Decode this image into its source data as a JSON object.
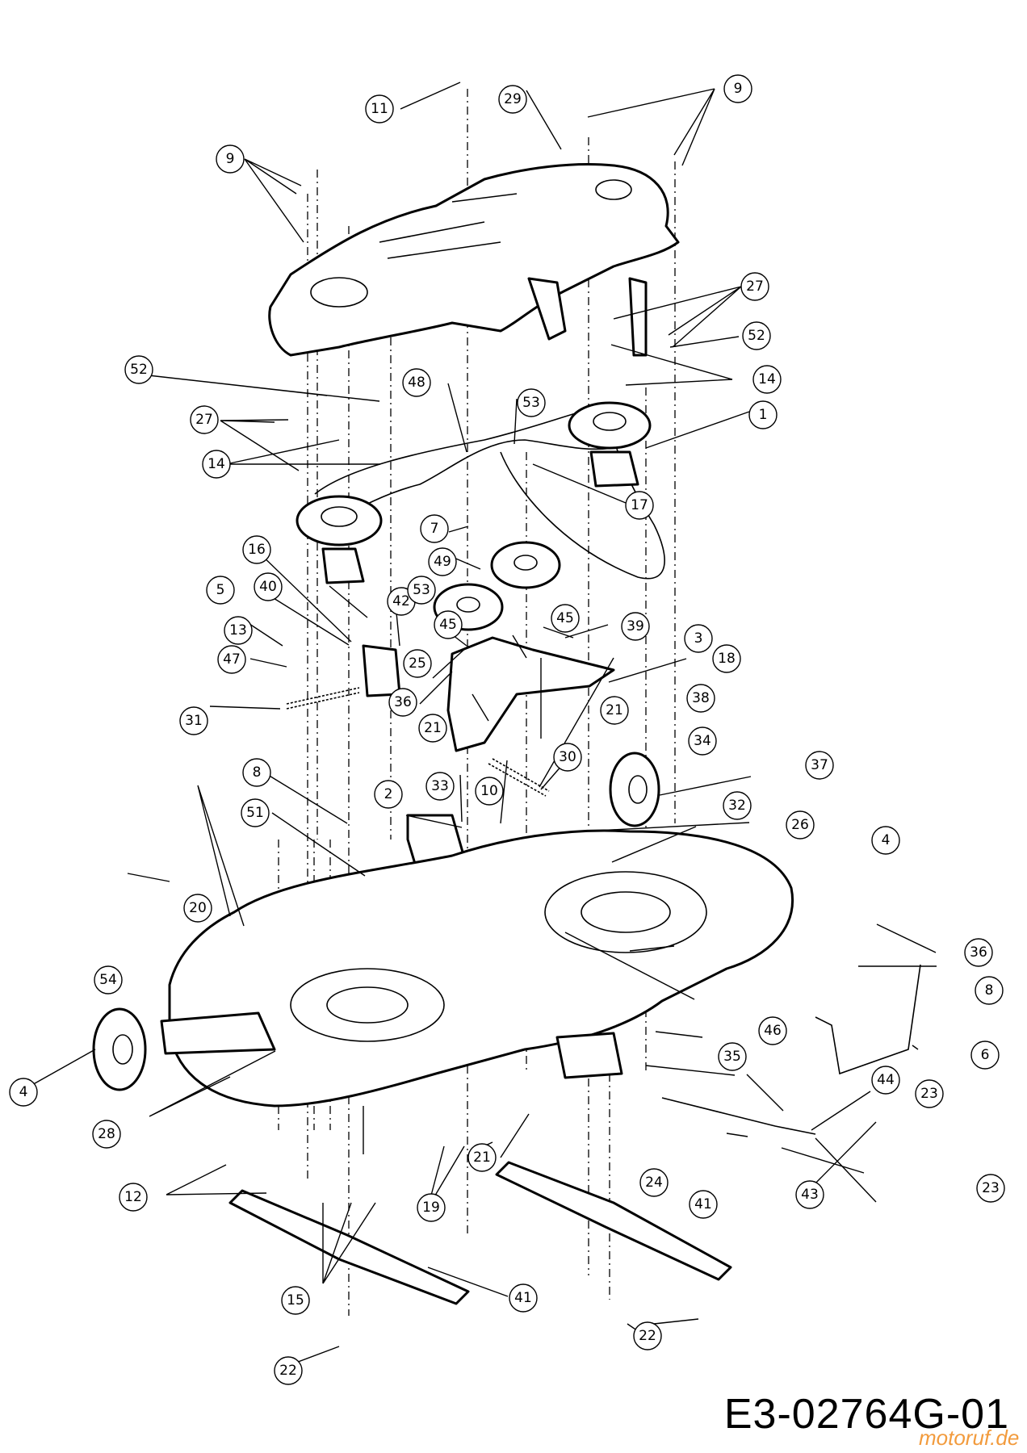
{
  "drawing_code": "E3-02764G-01",
  "watermark": "motoruf.de",
  "callouts": [
    {
      "label": "1"
    },
    {
      "label": "2"
    },
    {
      "label": "3"
    },
    {
      "label": "4"
    },
    {
      "label": "4"
    },
    {
      "label": "5"
    },
    {
      "label": "6"
    },
    {
      "label": "7"
    },
    {
      "label": "8"
    },
    {
      "label": "8"
    },
    {
      "label": "9"
    },
    {
      "label": "9"
    },
    {
      "label": "10"
    },
    {
      "label": "11"
    },
    {
      "label": "12"
    },
    {
      "label": "13"
    },
    {
      "label": "14"
    },
    {
      "label": "14"
    },
    {
      "label": "15"
    },
    {
      "label": "16"
    },
    {
      "label": "17"
    },
    {
      "label": "18"
    },
    {
      "label": "19"
    },
    {
      "label": "20"
    },
    {
      "label": "21"
    },
    {
      "label": "21"
    },
    {
      "label": "21"
    },
    {
      "label": "22"
    },
    {
      "label": "22"
    },
    {
      "label": "23"
    },
    {
      "label": "23"
    },
    {
      "label": "24"
    },
    {
      "label": "25"
    },
    {
      "label": "26"
    },
    {
      "label": "27"
    },
    {
      "label": "27"
    },
    {
      "label": "28"
    },
    {
      "label": "29"
    },
    {
      "label": "30"
    },
    {
      "label": "31"
    },
    {
      "label": "32"
    },
    {
      "label": "33"
    },
    {
      "label": "34"
    },
    {
      "label": "35"
    },
    {
      "label": "36"
    },
    {
      "label": "36"
    },
    {
      "label": "37"
    },
    {
      "label": "38"
    },
    {
      "label": "39"
    },
    {
      "label": "40"
    },
    {
      "label": "41"
    },
    {
      "label": "41"
    },
    {
      "label": "42"
    },
    {
      "label": "43"
    },
    {
      "label": "44"
    },
    {
      "label": "45"
    },
    {
      "label": "45"
    },
    {
      "label": "46"
    },
    {
      "label": "47"
    },
    {
      "label": "48"
    },
    {
      "label": "49"
    },
    {
      "label": "51"
    },
    {
      "label": "52"
    },
    {
      "label": "52"
    },
    {
      "label": "53"
    },
    {
      "label": "53"
    },
    {
      "label": "54"
    }
  ]
}
